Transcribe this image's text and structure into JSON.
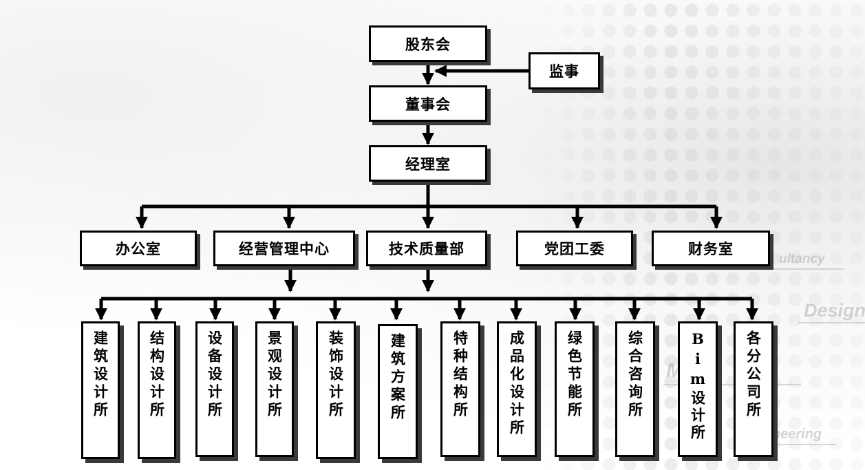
{
  "chart_data": {
    "type": "org-chart",
    "root": "股东会",
    "supervisor": "监事",
    "board": "董事会",
    "management": "经理室",
    "departments": [
      "办公室",
      "经营管理中心",
      "技术质量部",
      "党团工委",
      "财务室"
    ],
    "institutes": [
      "建筑设计所",
      "结构设计所",
      "设备设计所",
      "景观设计所",
      "装饰设计所",
      "建筑方案所",
      "特种结构所",
      "成品化设计所",
      "绿色节能所",
      "综合咨询所",
      "Bim设计所",
      "各分公司所"
    ]
  },
  "watermark": {
    "line1": "ultancy",
    "line2": "Design",
    "line3": "M",
    "line4": "neering"
  }
}
